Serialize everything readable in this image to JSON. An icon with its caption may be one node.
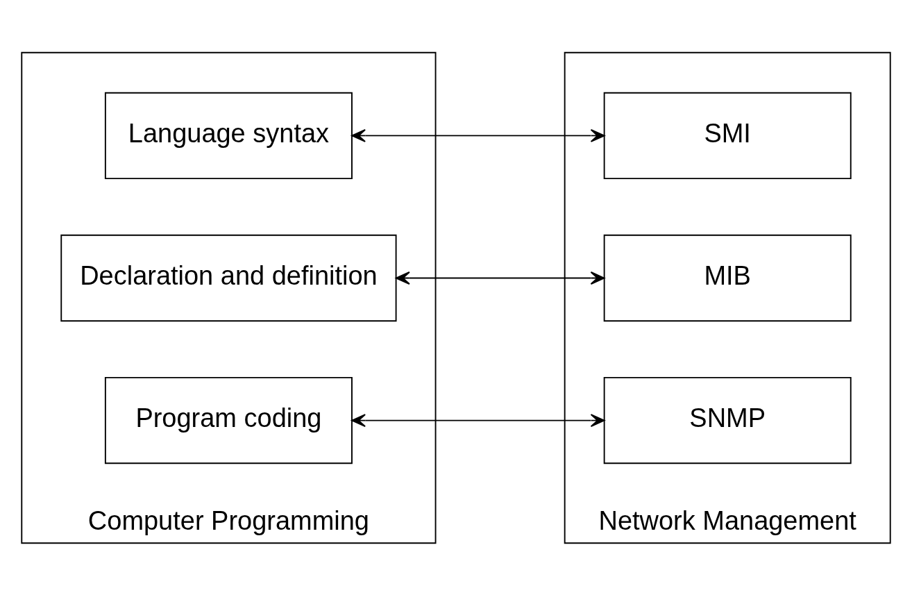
{
  "diagram": {
    "nodes": [
      {
        "text": [
          "Computer Programming"
        ]
      },
      {
        "text": [
          "Language syntax"
        ],
        "in": 0
      },
      {
        "text": [
          "Declaration and definition"
        ],
        "in": 0
      },
      {
        "text": [
          "Program coding"
        ],
        "in": 0
      },
      {
        "text": [
          "Network Management"
        ]
      },
      {
        "text": [
          "SMI"
        ],
        "in": 4
      },
      {
        "text": [
          "MIB"
        ],
        "in": 4
      },
      {
        "text": [
          "SNMP"
        ],
        "in": 4
      }
    ],
    "edges": [
      {
        "from": 1,
        "to": 5,
        "arrow": "both"
      },
      {
        "from": 2,
        "to": 6,
        "arrow": "both"
      },
      {
        "from": 3,
        "to": 7,
        "arrow": "both"
      }
    ]
  }
}
